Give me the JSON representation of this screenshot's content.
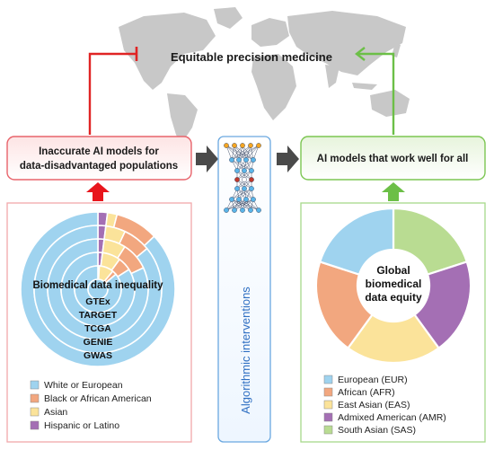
{
  "top": {
    "title": "Equitable precision medicine"
  },
  "left": {
    "header_line1": "Inaccurate AI models for",
    "header_line2": "data-disadvantaged populations",
    "chart_title": "Biomedical data inequality",
    "legend": [
      {
        "label": "White or European",
        "color": "#9fd3ef"
      },
      {
        "label": "Black or African American",
        "color": "#f2a77f"
      },
      {
        "label": "Asian",
        "color": "#fbe39a"
      },
      {
        "label": "Hispanic or Latino",
        "color": "#a46fb4"
      }
    ]
  },
  "middle": {
    "label": "Algorithmic interventions"
  },
  "right": {
    "header": "AI models that work well for all",
    "chart_title_line1": "Global",
    "chart_title_line2": "biomedical",
    "chart_title_line3": "data equity",
    "legend": [
      {
        "label": "European (EUR)",
        "color": "#9fd3ef"
      },
      {
        "label": "African (AFR)",
        "color": "#f2a77f"
      },
      {
        "label": "East Asian (EAS)",
        "color": "#fbe39a"
      },
      {
        "label": "Admixed American (AMR)",
        "color": "#a46fb4"
      },
      {
        "label": "South Asian (SAS)",
        "color": "#b9dc92"
      }
    ]
  },
  "chart_data": [
    {
      "type": "pie",
      "categories": [
        "GTEx",
        "TARGET",
        "TCGA",
        "GENIE",
        "GWAS"
      ],
      "series": [
        {
          "name": "White or European",
          "values": [
            87,
            86,
            82,
            84,
            86
          ]
        },
        {
          "name": "Black or African American",
          "values": [
            9,
            7,
            9,
            6,
            3
          ]
        },
        {
          "name": "Asian",
          "values": [
            2,
            5,
            7,
            8,
            10
          ]
        },
        {
          "name": "Hispanic or Latino",
          "values": [
            2,
            2,
            2,
            2,
            1
          ]
        }
      ]
    },
    {
      "type": "pie",
      "categories": [
        "European (EUR)",
        "African (AFR)",
        "East Asian (EAS)",
        "Admixed American (AMR)",
        "South Asian (SAS)"
      ],
      "values": [
        20,
        20,
        20,
        20,
        20
      ]
    }
  ]
}
